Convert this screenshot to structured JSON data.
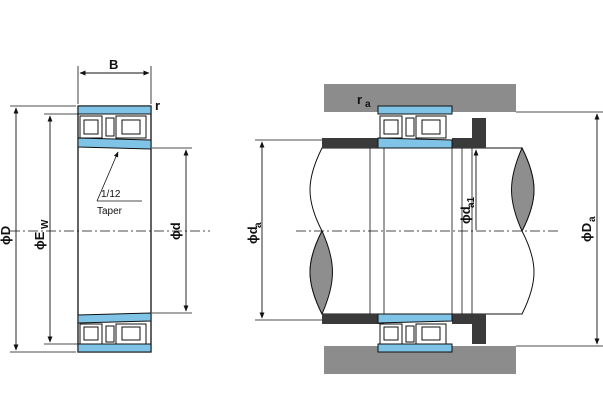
{
  "colors": {
    "accent": "#7fc3e6",
    "housing": "#8c8c8c",
    "sleeve": "#3a3a3a",
    "shaft_end": "#8e8e8e",
    "line": "#111111"
  },
  "left_bearing": {
    "labels": {
      "width": "B",
      "corner": "r",
      "taper_ratio": "1/12",
      "taper_word": "Taper",
      "outer_dia": "ϕD",
      "raceway_dia": "ϕE",
      "raceway_sub": "W",
      "bore_dia": "ϕd"
    }
  },
  "right_mounting": {
    "labels": {
      "fillet": "r",
      "fillet_sub": "a",
      "shaft_dia": "ϕd",
      "shaft_sub": "a",
      "sleeve_dia": "ϕd",
      "sleeve_sub": "a1",
      "housing_dia": "ϕD",
      "housing_sub": "a"
    }
  }
}
